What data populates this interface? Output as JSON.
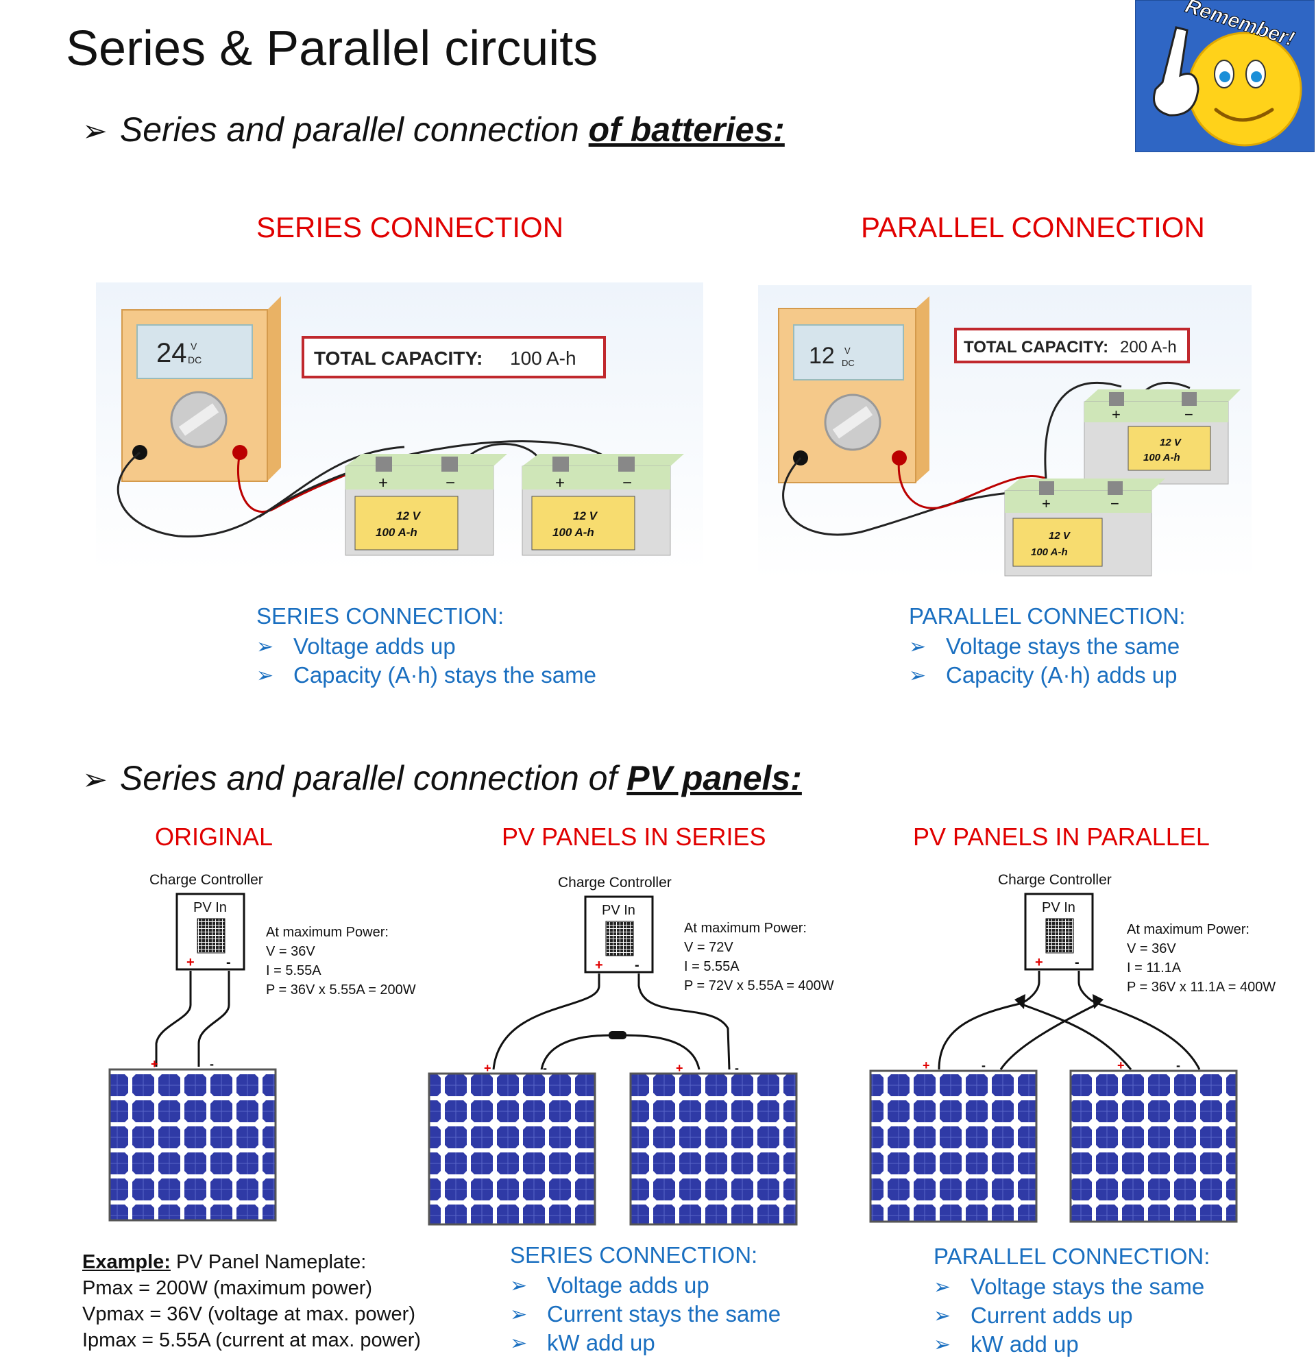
{
  "title": "Series & Parallel circuits",
  "batteries": {
    "heading_prefix": "Series and parallel connection ",
    "heading_emph": "of batteries:",
    "series": {
      "label": "SERIES CONNECTION",
      "meter_value": "24",
      "meter_unit_top": "V",
      "meter_unit_bottom": "DC",
      "capacity_label": "TOTAL CAPACITY:",
      "capacity_value": "100 A-h",
      "battery_voltage": "12 V",
      "battery_capacity": "100 A-h",
      "plus": "+",
      "minus": "−",
      "notes_title": "SERIES CONNECTION:",
      "notes": [
        "Voltage adds up",
        "Capacity (A·h) stays the same"
      ]
    },
    "parallel": {
      "label": "PARALLEL CONNECTION",
      "meter_value": "12",
      "meter_unit_top": "V",
      "meter_unit_bottom": "DC",
      "capacity_label": "TOTAL CAPACITY:",
      "capacity_value": "200 A-h",
      "battery_voltage": "12 V",
      "battery_capacity": "100 A-h",
      "plus": "+",
      "minus": "−",
      "notes_title": "PARALLEL CONNECTION:",
      "notes": [
        "Voltage stays the same",
        "Capacity (A·h) adds up"
      ]
    }
  },
  "remember_badge": "Remember!",
  "pv": {
    "heading_prefix": "Series and parallel connection of ",
    "heading_emph": "PV panels:",
    "controller_label": "Charge Controller",
    "pv_in": "PV In",
    "plus": "+",
    "minus": "-",
    "original": {
      "label": "ORIGINAL",
      "info": [
        "At maximum Power:",
        "V = 36V",
        "I = 5.55A",
        "P = 36V x 5.55A = 200W"
      ]
    },
    "series": {
      "label": "PV PANELS IN SERIES",
      "info": [
        "At maximum Power:",
        "V = 72V",
        "I = 5.55A",
        "P = 72V x 5.55A = 400W"
      ],
      "notes_title": "SERIES CONNECTION:",
      "notes": [
        "Voltage adds up",
        "Current stays the same",
        "kW add up"
      ]
    },
    "parallel": {
      "label": "PV PANELS IN PARALLEL",
      "info": [
        "At maximum Power:",
        "V = 36V",
        "I = 11.1A",
        "P = 36V x 11.1A = 400W"
      ],
      "notes_title": "PARALLEL CONNECTION:",
      "notes": [
        "Voltage stays the same",
        "Current adds up",
        "kW add up"
      ]
    },
    "nameplate": {
      "example": "Example:",
      "title": " PV Panel Nameplate:",
      "lines": [
        "Pmax = 200W (maximum power)",
        "Vpmax = 36V (voltage at max. power)",
        "Ipmax = 5.55A (current at max. power)"
      ]
    }
  },
  "colors": {
    "red_heading": "#e00000",
    "blue_notes": "#1a6fc0",
    "meter_body": "#f2c27a",
    "battery_label": "#f7dc6f",
    "panel_cell": "#2f3aa6",
    "badge_bg": "#2f66c4"
  }
}
